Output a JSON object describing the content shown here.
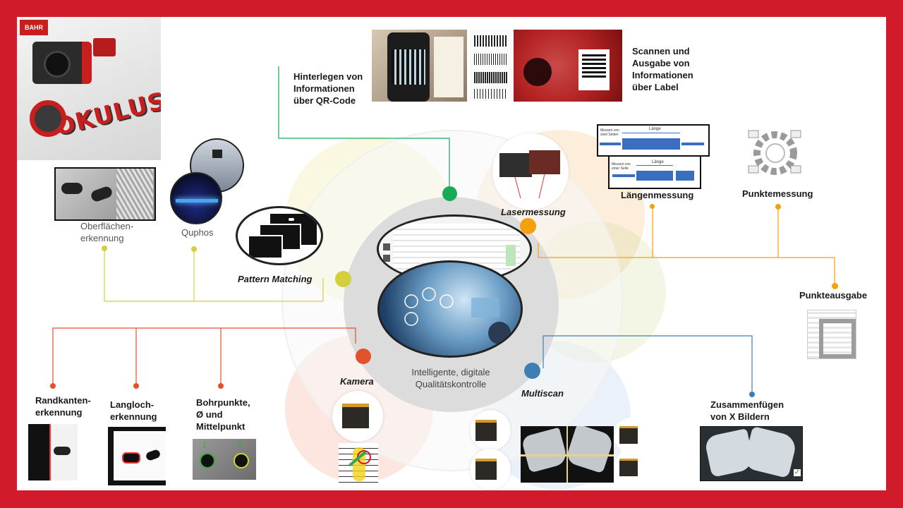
{
  "center": {
    "title": "Intelligente, digitale Qualitätskontrolle"
  },
  "branches": {
    "qr": {
      "label": "Hinterlegen von Informationen über QR-Code",
      "color": "#1aaa55"
    },
    "scan": {
      "label": "Scannen und Ausgabe von Informationen über Label"
    },
    "laser": {
      "label": "Lasermessung",
      "color": "#f5a00f"
    },
    "length": {
      "label": "Längenmessung"
    },
    "points": {
      "label": "Punktemessung"
    },
    "pointout": {
      "label": "Punkteausgabe"
    },
    "pattern": {
      "label": "Pattern Matching",
      "color": "#d4cf3a"
    },
    "surface": {
      "label": "Oberflächen-erkennung"
    },
    "quphos": {
      "label": "Quphos"
    },
    "kamera": {
      "label": "Kamera",
      "color": "#e0522b"
    },
    "edge": {
      "label": "Randkanten-erkennung"
    },
    "slot": {
      "label": "Langloch-erkennung"
    },
    "holes": {
      "label": "Bohrpunkte, Ø und Mittelpunkt"
    },
    "multiscan": {
      "label": "Multiscan",
      "color": "#3d7fb5"
    },
    "stitch": {
      "label": "Zusammenfügen von X Bildern"
    }
  },
  "diagram_text": {
    "measure_two": "Messen von zwei Seiten",
    "measure_one": "Messen von einer Seite",
    "laenge": "Länge",
    "hole1": "1",
    "hole2": "2"
  },
  "logo": {
    "text": "OKULUS",
    "brand": "BAHR"
  }
}
